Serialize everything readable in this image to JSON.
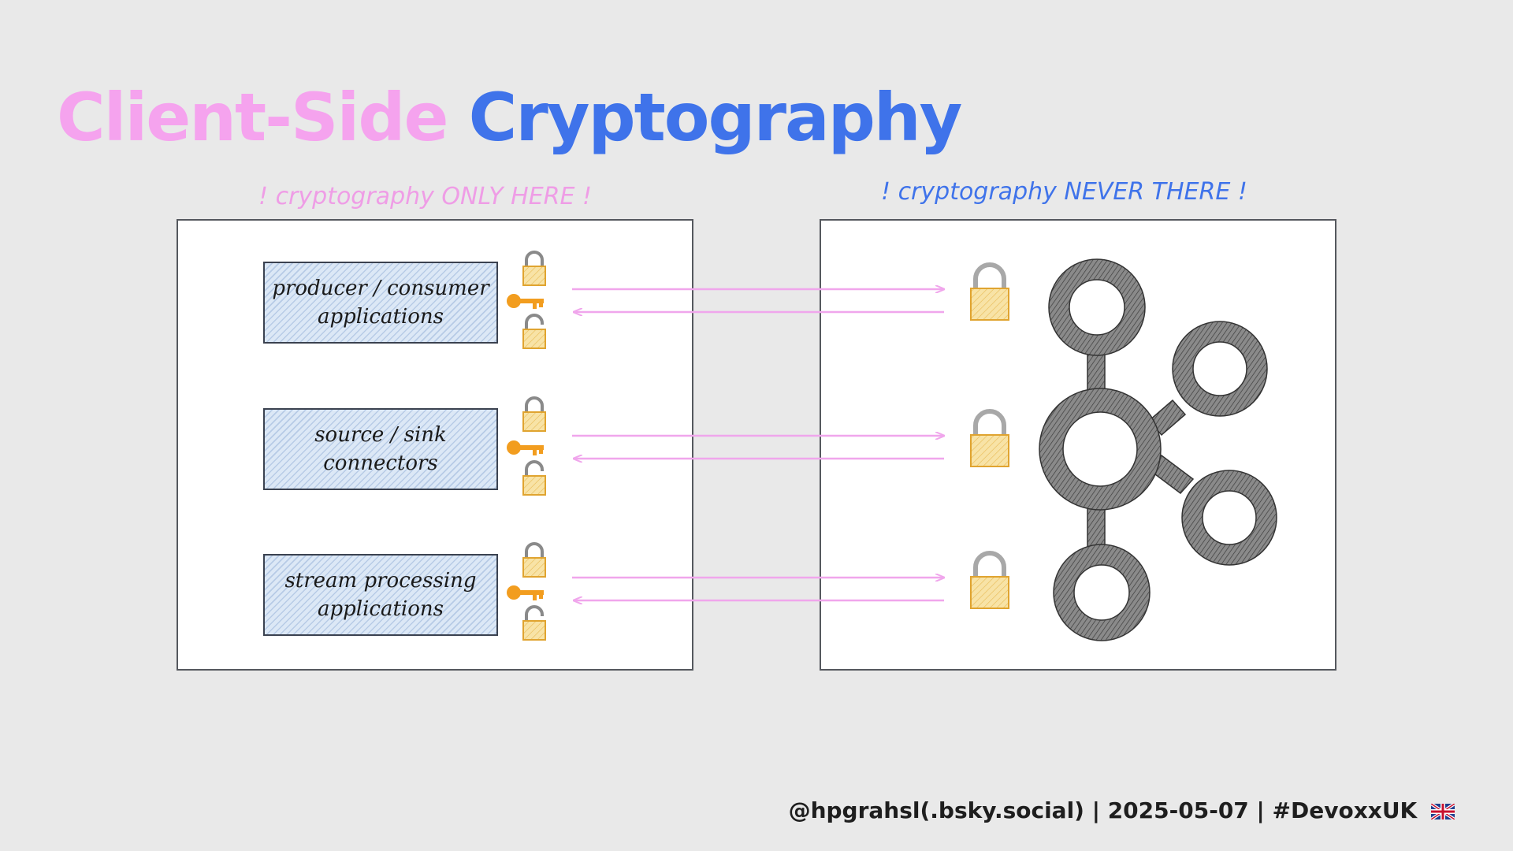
{
  "title": {
    "part1": "Client-Side",
    "part2": "Cryptography",
    "color_part1": "#f5a3ee",
    "color_part2": "#3f73ea"
  },
  "notes": {
    "left": "! cryptography ONLY HERE !",
    "right": "! cryptography NEVER THERE !"
  },
  "clients": [
    {
      "label": "producer / consumer applications"
    },
    {
      "label": "source / sink connectors"
    },
    {
      "label": "stream processing applications"
    }
  ],
  "icons": {
    "lock": "lock-icon",
    "key": "key-icon",
    "unlock": "unlock-icon",
    "arrow": "arrow-right",
    "cluster": "kafka-cluster-icon"
  },
  "colors": {
    "arrow": "#f0a6ec",
    "lock_body": "#f5d98a",
    "lock_border": "#e0a430",
    "key": "#f29d1f",
    "cluster": "#6d6d6d"
  },
  "footer": {
    "text": "@hpgrahsl(.bsky.social) | 2025-05-07 | #DevoxxUK",
    "flag": "uk-flag-icon"
  }
}
